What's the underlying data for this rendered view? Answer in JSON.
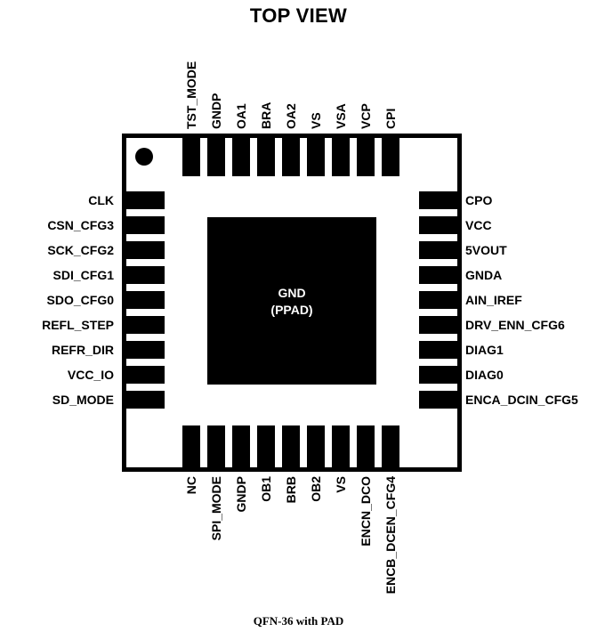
{
  "title": "TOP VIEW",
  "caption": "QFN-36 with PAD",
  "pad": {
    "line1": "GND",
    "line2": "(PPAD)"
  },
  "pins": {
    "top": [
      "TST_MODE",
      "GNDP",
      "OA1",
      "BRA",
      "OA2",
      "VS",
      "VSA",
      "VCP",
      "CPI"
    ],
    "left": [
      "CLK",
      "CSN_CFG3",
      "SCK_CFG2",
      "SDI_CFG1",
      "SDO_CFG0",
      "REFL_STEP",
      "REFR_DIR",
      "VCC_IO",
      "SD_MODE"
    ],
    "right": [
      "CPO",
      "VCC",
      "5VOUT",
      "GNDA",
      "AIN_IREF",
      "DRV_ENN_CFG6",
      "DIAG1",
      "DIAG0",
      "ENCA_DCIN_CFG5"
    ],
    "bottom": [
      "NC",
      "SPI_MODE",
      "GNDP",
      "OB1",
      "BRB",
      "OB2",
      "VS",
      "ENCN_DCO",
      "ENCB_DCEN_CFG4"
    ]
  }
}
